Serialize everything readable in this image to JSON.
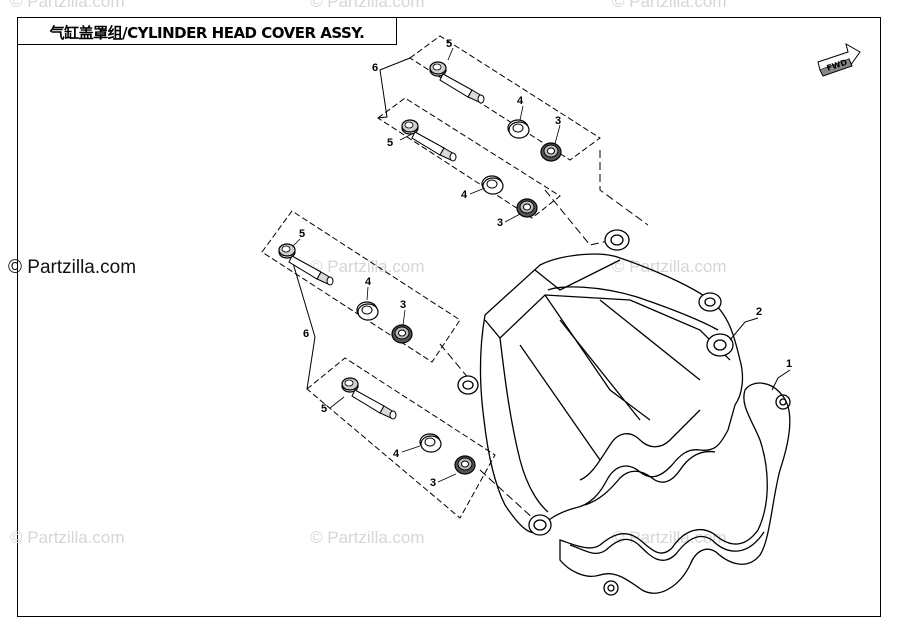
{
  "title": "气缸盖罩组/CYLINDER HEAD COVER ASSY.",
  "copyright": "© Partzilla.com",
  "watermark": "© Partzilla.com",
  "fwd_label": "FWD",
  "callouts": {
    "c1": "1",
    "c2": "2",
    "c3a": "3",
    "c3b": "3",
    "c3c": "3",
    "c3d": "3",
    "c4a": "4",
    "c4b": "4",
    "c4c": "4",
    "c4d": "4",
    "c5a": "5",
    "c5b": "5",
    "c5c": "5",
    "c5d": "5",
    "c6a": "6",
    "c6b": "6"
  }
}
